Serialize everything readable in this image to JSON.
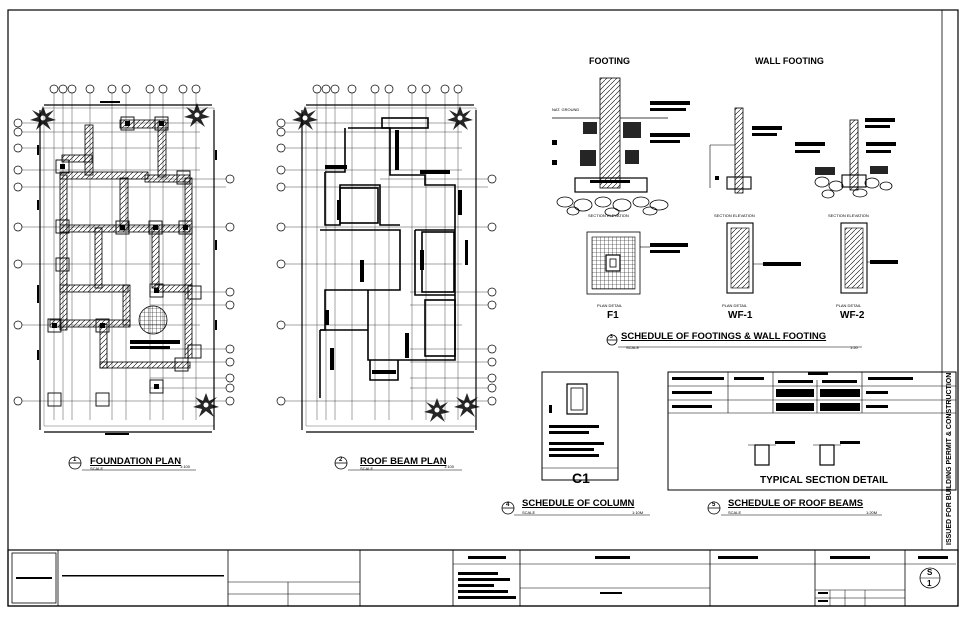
{
  "sheet": {
    "stamp": "ISSUED FOR BUILDING PERMIT & CONSTRUCTION",
    "sheet_no_top": "S",
    "sheet_no_bottom": "1"
  },
  "plans": {
    "foundation": {
      "title": "FOUNDATION PLAN",
      "num": "1",
      "scale_label": "SCALE",
      "scale": "1:100"
    },
    "roof_beam": {
      "title": "ROOF BEAM PLAN",
      "num": "2",
      "scale_label": "SCALE",
      "scale": "1:100"
    }
  },
  "details": {
    "footing_title": "FOOTING",
    "wall_footing_title": "WALL FOOTING",
    "nat_ground": "NAT. GROUND",
    "section_elevation": "SECTION ELEVATION",
    "plan_detail": "PLAN DETAIL",
    "f1": "F1",
    "wf1": "WF-1",
    "wf2": "WF-2"
  },
  "schedules": {
    "footings": {
      "num": "3",
      "title": "SCHEDULE OF FOOTINGS & WALL FOOTING",
      "scale_label": "SCALE",
      "scale": "1:20"
    },
    "column": {
      "num": "4",
      "title": "SCHEDULE OF COLUMN",
      "scale_label": "SCALE",
      "scale": "1:10M",
      "col_id": "C1"
    },
    "roof_beams": {
      "num": "5",
      "title": "SCHEDULE OF ROOF BEAMS",
      "scale_label": "SCALE",
      "scale": "1:20M",
      "section_title": "TYPICAL SECTION DETAIL"
    }
  },
  "palette": {
    "ink": "#000000",
    "paper": "#ffffff"
  }
}
